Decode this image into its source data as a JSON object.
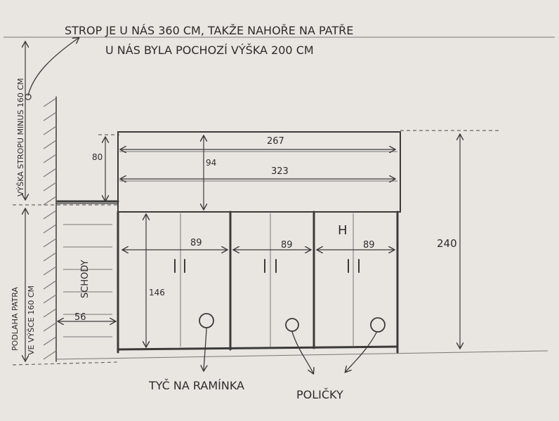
{
  "notes": {
    "ceiling_line1": "STROP JE U NÁS 360 CM, TAKŽE NAHOŘE NA PATŘE",
    "ceiling_line2": "U NÁS BYLA POCHOZÍ VÝŠKA 200 CM",
    "ceiling_height_minus": "VÝŠKA STROPU MINUS 160 CM",
    "floor_line1": "PODLAHA PATRA",
    "floor_line2": "VE VÝŠCE 160 CM",
    "stairs": "SCHODY",
    "rod": "TYČ NA RAMÍNKA",
    "shelves": "POLIČKY"
  },
  "dimensions": {
    "top_width": "267",
    "upper_width": "323",
    "height_80": "80",
    "height_94": "94",
    "door1_width": "89",
    "door2_width": "89",
    "door3_width": "89",
    "inner_height": "146",
    "stairs_width": "56",
    "total_height": "240"
  },
  "marks": {
    "h_mark": "H"
  },
  "colors": {
    "paper": "#e9e6e1",
    "pencil": "#2c2c2c",
    "light_pencil": "#777777"
  }
}
